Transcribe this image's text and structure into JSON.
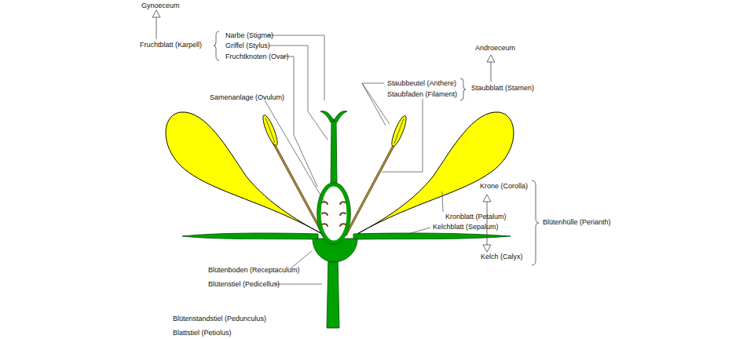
{
  "diagram": {
    "labels": [
      "Gynoeceum",
      "Fruchtblatt (Karpell)",
      "Narbe (Stigma)",
      "Griffel (Stylus)",
      "Fruchtknoten (Ovar)",
      "Androeceum",
      "Staubbeutel (Anthere)",
      "Staubfaden (Filament)",
      "Staubblatt (Stamen)",
      "Samenanlage (Ovulum)",
      "Krone (Corolla)",
      "Kronblatt (Petalum)",
      "Blütenhülle (Perianth)",
      "Kelchblatt (Sepalum)",
      "Kelch (Calyx)",
      "Blütenboden (Receptaculum)",
      "Blütenstiel (Pedicellus)",
      "Blütenstandstiel (Pedunculus)",
      "Blattstiel (Petiolus)"
    ]
  }
}
